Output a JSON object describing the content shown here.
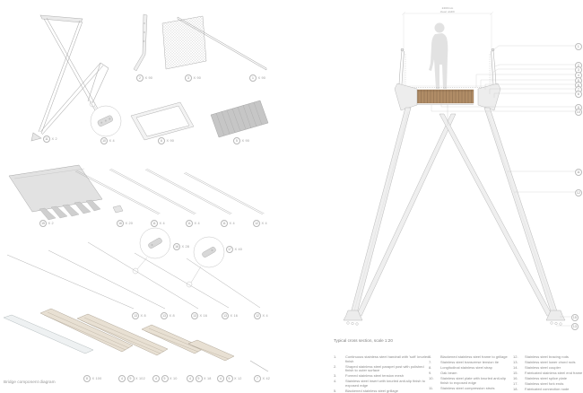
{
  "captions": {
    "left": "Bridge component diagram",
    "right_title": "Typical cross section, scale 1:20"
  },
  "dimension": {
    "line1": "2400mm",
    "line2": "clear width"
  },
  "part_labels": [
    {
      "num": "2",
      "count": "X 90"
    },
    {
      "num": "3",
      "count": "X 90"
    },
    {
      "num": "1",
      "count": "X 90"
    },
    {
      "num": "11",
      "count": "X 2"
    },
    {
      "num": "10",
      "count": "X 4"
    },
    {
      "num": "6",
      "count": "X 90"
    },
    {
      "num": "5",
      "count": "X 90"
    },
    {
      "num": "15",
      "count": "X 2"
    },
    {
      "num": "16",
      "count": "X 20"
    },
    {
      "num": "11",
      "count": "X 4"
    },
    {
      "num": "11",
      "count": "X 4"
    },
    {
      "num": "11",
      "count": "X 4"
    },
    {
      "num": "12",
      "count": "X 4"
    },
    {
      "num": "16",
      "count": "X 28"
    },
    {
      "num": "17",
      "count": "X 40"
    },
    {
      "num": "13",
      "count": "X 8"
    },
    {
      "num": "13",
      "count": "X 8"
    },
    {
      "num": "13",
      "count": "X 16"
    },
    {
      "num": "13",
      "count": "X 16"
    },
    {
      "num": "12",
      "count": "X 4"
    },
    {
      "num": "8",
      "count": "X 100"
    },
    {
      "num": "4",
      "num2": "9",
      "count": "X 102"
    },
    {
      "num": "4",
      "num2": "9",
      "count": "X 10"
    },
    {
      "num": "4",
      "num2": "9",
      "count": "X 18"
    },
    {
      "num": "4",
      "num2": "9",
      "count": "X 12"
    },
    {
      "num": "7",
      "count": "X 42"
    }
  ],
  "callouts": [
    "1",
    "2",
    "3",
    "4",
    "5",
    "6",
    "7",
    "8",
    "9",
    "10",
    "11",
    "12",
    "15",
    "13"
  ],
  "legend": {
    "items": [
      {
        "num": "1.",
        "text": "Continuous stainless steel handrail with 'soft' knurled finish"
      },
      {
        "num": "2.",
        "text": "Shaped stainless steel parapet post with polished finish to outer surface"
      },
      {
        "num": "3.",
        "text": "Formed stainless steel tension mesh"
      },
      {
        "num": "4.",
        "text": "Stainless steel insert with knurled anti-slip finish to exposed edge"
      },
      {
        "num": "5.",
        "text": "Blackened stainless steel grillage"
      },
      {
        "num": "6.",
        "text": "Blackened stainless steel frame to grillage"
      },
      {
        "num": "7.",
        "text": "Stainless steel transverse tension tie"
      },
      {
        "num": "8.",
        "text": "Longitudinal stainless steel strap"
      },
      {
        "num": "9.",
        "text": "Oak beam"
      },
      {
        "num": "10.",
        "text": "Stainless steel plate with knurled anti-slip finish to exposed edge"
      },
      {
        "num": "11.",
        "text": "Stainless steel compression struts"
      },
      {
        "num": "12.",
        "text": "Stainless steel bracing rods"
      },
      {
        "num": "13.",
        "text": "Stainless steel lower chord rods"
      },
      {
        "num": "14.",
        "text": "Stainless steel coupler"
      },
      {
        "num": "15.",
        "text": "Fabricated stainless steel end frame"
      },
      {
        "num": "16.",
        "text": "Stainless steel splice plate"
      },
      {
        "num": "17.",
        "text": "Stainless steel fork ends"
      },
      {
        "num": "18.",
        "text": "Fabricated connection node"
      }
    ]
  }
}
